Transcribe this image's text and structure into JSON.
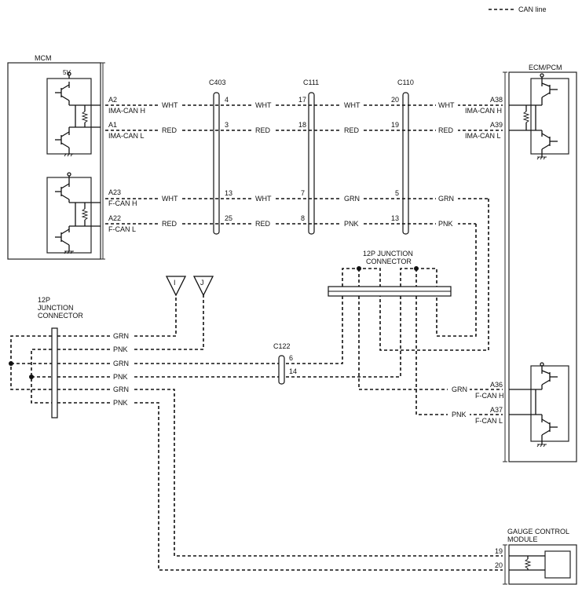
{
  "legend": {
    "label": "CAN line"
  },
  "modules": {
    "mcm": {
      "title": "MCM",
      "supply": "5V",
      "pins": [
        {
          "pin": "A2",
          "signal": "IMA-CAN H"
        },
        {
          "pin": "A1",
          "signal": "IMA-CAN L"
        },
        {
          "pin": "A23",
          "signal": "F-CAN H"
        },
        {
          "pin": "A22",
          "signal": "F-CAN L"
        }
      ]
    },
    "ecm": {
      "title": "ECM/PCM",
      "pins": [
        {
          "pin": "A38",
          "signal": "IMA-CAN H"
        },
        {
          "pin": "A39",
          "signal": "IMA-CAN L"
        },
        {
          "pin": "A36",
          "signal": "F-CAN H"
        },
        {
          "pin": "A37",
          "signal": "F-CAN L"
        }
      ]
    },
    "gauge": {
      "title_line1": "GAUGE CONTROL",
      "title_line2": "MODULE",
      "pins": [
        "19",
        "20"
      ]
    }
  },
  "connectors": {
    "c403": {
      "name": "C403",
      "pins": [
        "4",
        "3",
        "13",
        "25"
      ]
    },
    "c111": {
      "name": "C111",
      "pins": [
        "17",
        "18",
        "7",
        "8"
      ]
    },
    "c110": {
      "name": "C110",
      "pins": [
        "20",
        "19",
        "5",
        "13"
      ]
    },
    "c122": {
      "name": "C122",
      "pins": [
        "6",
        "14"
      ]
    },
    "jc_right": {
      "line1": "12P JUNCTION",
      "line2": "CONNECTOR"
    },
    "jc_left": {
      "line1": "12P",
      "line2": "JUNCTION",
      "line3": "CONNECTOR"
    }
  },
  "wires": {
    "row1": [
      "WHT",
      "WHT",
      "WHT",
      "WHT"
    ],
    "row2": [
      "RED",
      "RED",
      "RED",
      "RED"
    ],
    "row3": [
      "WHT",
      "WHT",
      "GRN",
      "GRN"
    ],
    "row4": [
      "RED",
      "RED",
      "PNK",
      "PNK"
    ],
    "left": [
      "GRN",
      "PNK",
      "GRN",
      "PNK",
      "GRN",
      "PNK"
    ],
    "ecm_lower": [
      "GRN",
      "PNK"
    ]
  },
  "offpage": {
    "i": "I",
    "j": "J"
  }
}
